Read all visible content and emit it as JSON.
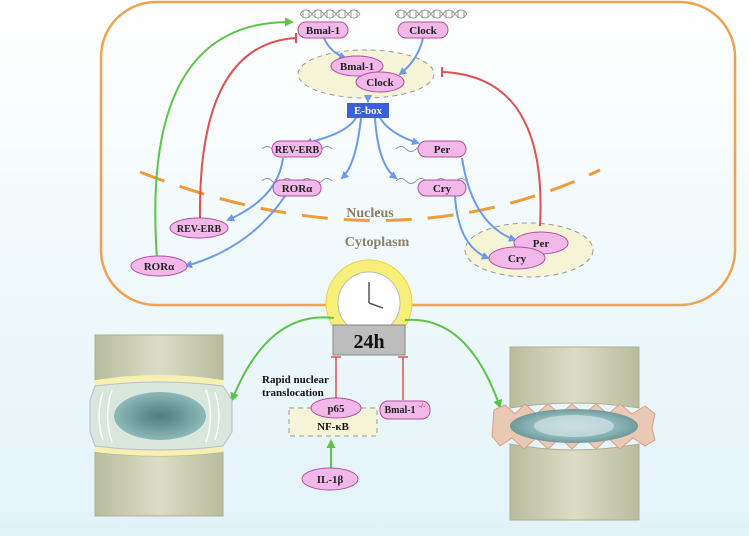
{
  "cell": {
    "nucleus_label": "Nucleus",
    "cytoplasm_label": "Cytoplasm"
  },
  "genes": {
    "bmal1": "Bmal-1",
    "clock": "Clock",
    "ebox": "E-box",
    "rev_erb": "REV-ERB",
    "ror": "RORα",
    "per": "Per",
    "cry": "Cry"
  },
  "complex": {
    "bmal1": "Bmal-1",
    "clock": "Clock",
    "per": "Per",
    "cry": "Cry"
  },
  "cytoplasm": {
    "rev_erb": "REV-ERB",
    "ror": "RORα"
  },
  "clock_box": {
    "label": "24h"
  },
  "lower": {
    "translocation_line1": "Rapid nuclear",
    "translocation_line2": "translocation",
    "p65": "p65",
    "nfkb": "NF-κB",
    "bmal1_ko": "Bmal-1",
    "bmal1_ko_sup": "-/-",
    "il1b": "IL-1β"
  },
  "colors": {
    "cell_border": "#f0a24f",
    "activation_blue": "#6b9be8",
    "inhibition_red": "#e05050",
    "green_arrow": "#5cc44a",
    "pill_fill": "#f2b8ea",
    "pill_stroke": "#b0509f",
    "ebox_fill": "#3d61d4",
    "nucleus_dash": "#ef9b3a",
    "clock_ring": "#f7ef7a"
  }
}
